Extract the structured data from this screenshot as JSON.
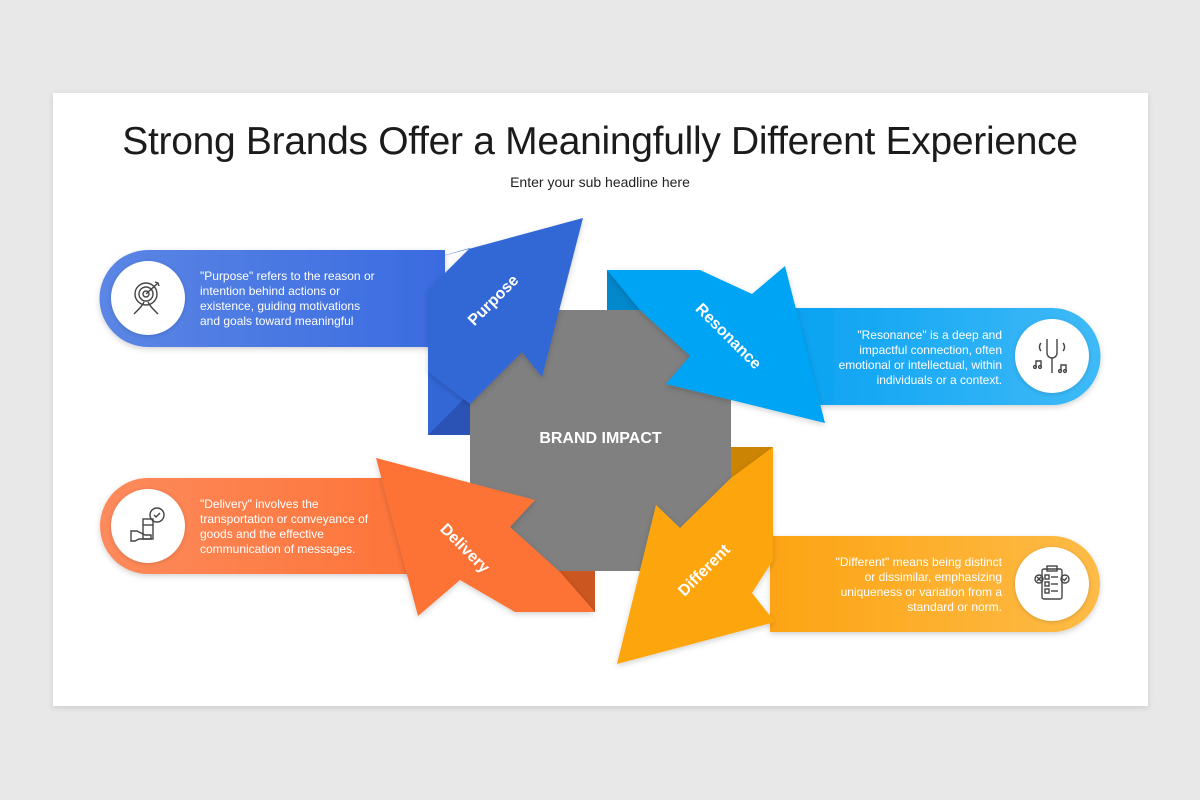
{
  "header": {
    "title": "Strong Brands Offer a Meaningfully Different Experience",
    "subtitle": "Enter your sub headline here"
  },
  "center": {
    "label": "BRAND IMPACT",
    "color": "#808080"
  },
  "segments": [
    {
      "key": "purpose",
      "label": "Purpose",
      "description": "\"Purpose\" refers to the reason or intention behind actions or existence, guiding motivations and goals toward meaningful",
      "icon": "target-icon",
      "color": "#3367d6",
      "position": "top-left"
    },
    {
      "key": "resonance",
      "label": "Resonance",
      "description": "\"Resonance\" is a deep and impactful connection, often emotional or intellectual, within individuals or a context.",
      "icon": "tuning-fork-icon",
      "color": "#03a4f4",
      "position": "top-right"
    },
    {
      "key": "delivery",
      "label": "Delivery",
      "description": "\"Delivery\" involves the transportation or conveyance of goods and the effective communication of messages.",
      "icon": "delivery-hand-icon",
      "color": "#fd7235",
      "position": "bottom-left"
    },
    {
      "key": "different",
      "label": "Different",
      "description": "\"Different\" means being distinct or dissimilar, emphasizing uniqueness or variation from a standard or norm.",
      "icon": "checklist-icon",
      "color": "#fda50f",
      "position": "bottom-right"
    }
  ]
}
